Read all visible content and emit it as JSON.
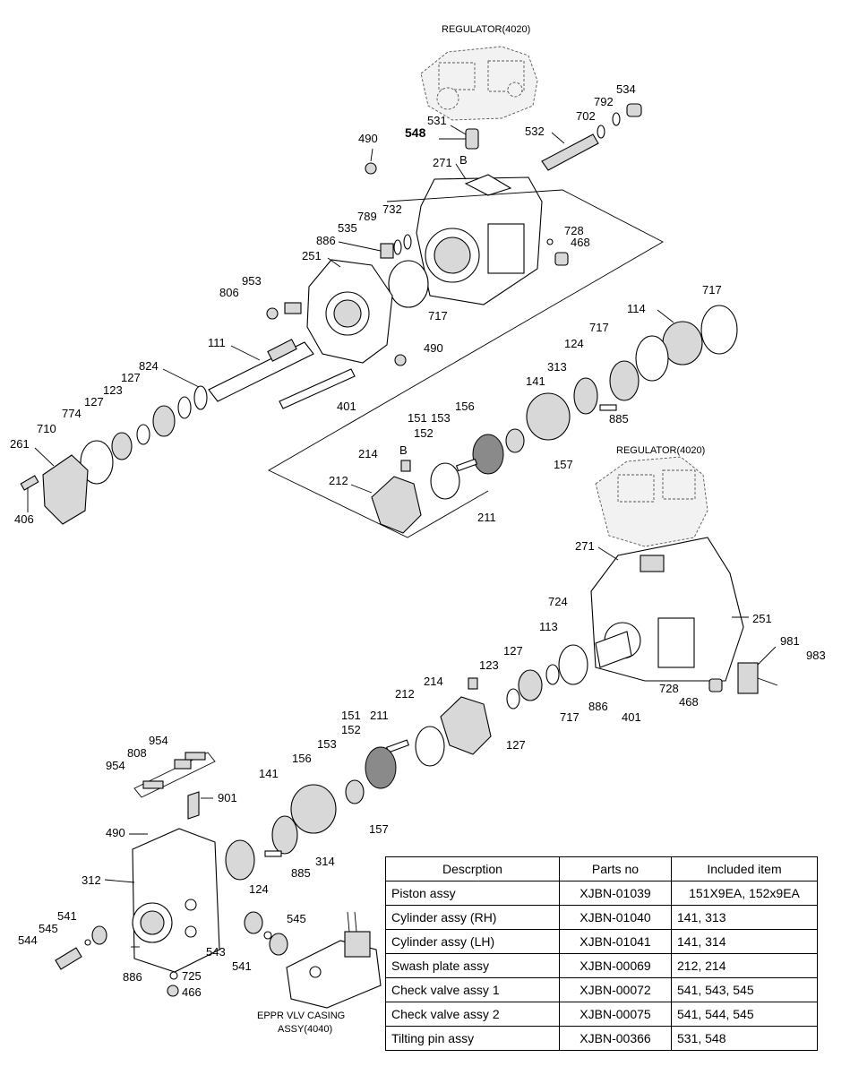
{
  "regulator_top": "REGULATOR(4020)",
  "regulator_right": "REGULATOR(4020)",
  "eppr_line1": "EPPR VLV CASING",
  "eppr_line2": "ASSY(4040)",
  "marker_b": "B",
  "callouts": {
    "c534": "534",
    "c792": "792",
    "c702": "702",
    "c531": "531",
    "c548": "548",
    "c532": "532",
    "c490a": "490",
    "c271a": "271",
    "c732": "732",
    "c789": "789",
    "c535": "535",
    "c728a": "728",
    "c468a": "468",
    "c886a": "886",
    "c251a": "251",
    "c953": "953",
    "c806": "806",
    "c717a": "717",
    "c717b": "717",
    "c717c": "717",
    "c114": "114",
    "c124a": "124",
    "c111": "111",
    "c490b": "490",
    "c824": "824",
    "c127a": "127",
    "c123a": "123",
    "c127b": "127",
    "c313": "313",
    "c141a": "141",
    "c774": "774",
    "c401a": "401",
    "c710": "710",
    "c261": "261",
    "c406": "406",
    "c156a": "156",
    "c151a": "151",
    "c153a": "153",
    "c152a": "152",
    "c885a": "885",
    "c157a": "157",
    "c214a": "214",
    "c212a": "212",
    "c211a": "211",
    "c271b": "271",
    "c724": "724",
    "c251b": "251",
    "c113": "113",
    "c981": "981",
    "c983": "983",
    "c127c": "127",
    "c123b": "123",
    "c214b": "214",
    "c212b": "212",
    "c728b": "728",
    "c468b": "468",
    "c886b": "886",
    "c401b": "401",
    "c717d": "717",
    "c127d": "127",
    "c151b": "151",
    "c211b": "211",
    "c152b": "152",
    "c153b": "153",
    "c954a": "954",
    "c808": "808",
    "c954b": "954",
    "c156b": "156",
    "c141b": "141",
    "c901": "901",
    "c157b": "157",
    "c490c": "490",
    "c885b": "885",
    "c314": "314",
    "c312": "312",
    "c124b": "124",
    "c541a": "541",
    "c545a": "545",
    "c544": "544",
    "c545b": "545",
    "c543": "543",
    "c541b": "541",
    "c886c": "886",
    "c725": "725",
    "c466": "466"
  },
  "table": {
    "headers": [
      "Descrption",
      "Parts no",
      "Included item"
    ],
    "rows": [
      [
        "Piston assy",
        "XJBN-01039",
        "151X9EA, 152x9EA"
      ],
      [
        "Cylinder assy (RH)",
        "XJBN-01040",
        "141, 313"
      ],
      [
        "Cylinder assy (LH)",
        "XJBN-01041",
        "141, 314"
      ],
      [
        "Swash plate assy",
        "XJBN-00069",
        "212, 214"
      ],
      [
        "Check valve assy 1",
        "XJBN-00072",
        "541, 543, 545"
      ],
      [
        "Check valve assy 2",
        "XJBN-00075",
        "541, 544, 545"
      ],
      [
        "Tilting pin assy",
        "XJBN-00366",
        "531, 548"
      ]
    ]
  }
}
